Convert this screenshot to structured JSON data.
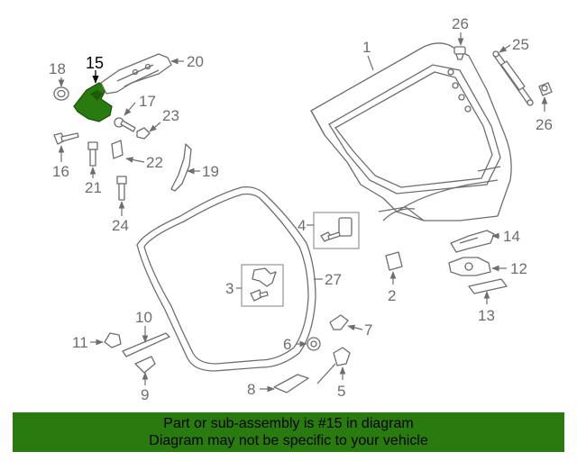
{
  "highlight_color": "#2a7b0f",
  "highlighted_part": "15",
  "callouts": {
    "c1": "1",
    "c2": "2",
    "c3": "3",
    "c4": "4",
    "c5": "5",
    "c6": "6",
    "c7": "7",
    "c8": "8",
    "c9": "9",
    "c10": "10",
    "c11": "11",
    "c12": "12",
    "c13": "13",
    "c14": "14",
    "c15": "15",
    "c16": "16",
    "c17": "17",
    "c18": "18",
    "c19": "19",
    "c20": "20",
    "c21": "21",
    "c22": "22",
    "c23": "23",
    "c24": "24",
    "c25": "25",
    "c26a": "26",
    "c26b": "26",
    "c27": "27"
  },
  "footer": {
    "line1": "Part or sub-assembly is #15 in diagram",
    "line2": "Diagram may not be specific to your vehicle"
  }
}
